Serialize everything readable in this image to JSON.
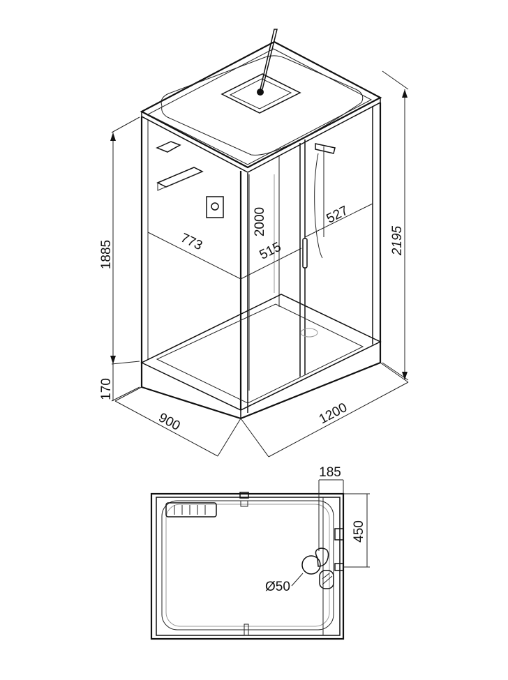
{
  "dimensions": {
    "height_total": "2195",
    "height_cabin": "1885",
    "height_tray": "170",
    "width": "900",
    "length": "1200",
    "side_panel": "773",
    "door_opening": "515",
    "door_panel": "527",
    "inner_height": "2000"
  },
  "plan": {
    "offset": "185",
    "depth": "450",
    "drain": "Ø50"
  }
}
